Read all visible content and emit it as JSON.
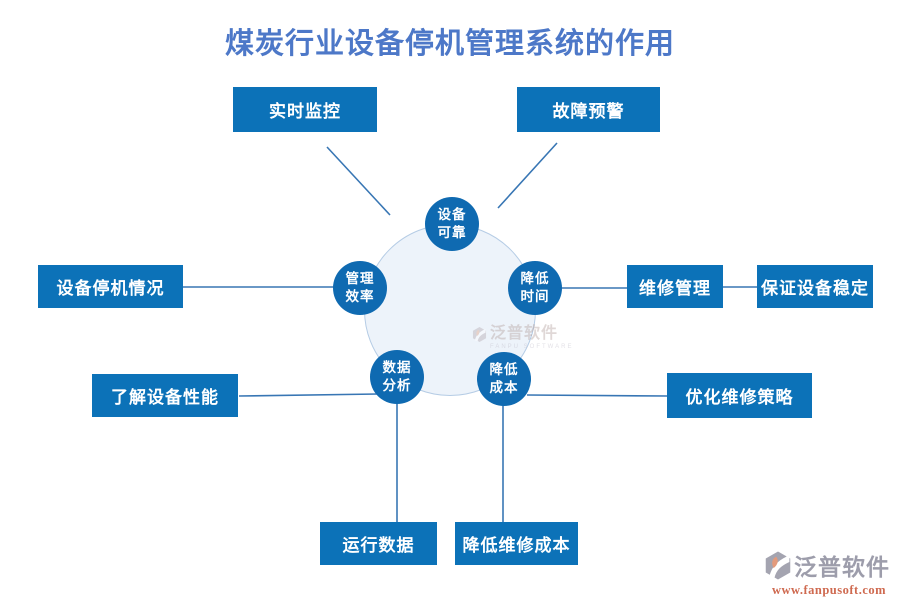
{
  "title": "煤炭行业设备停机管理系统的作用",
  "boxes": {
    "realtime": "实时监控",
    "fault_warning": "故障预警",
    "downtime": "设备停机情况",
    "maintenance": "维修管理",
    "stability": "保证设备稳定",
    "performance": "了解设备性能",
    "strategy": "优化维修策略",
    "operation_data": "运行数据",
    "reduce_maintenance_cost": "降低维修成本"
  },
  "nodes": {
    "reliable": {
      "line1": "设备",
      "line2": "可靠"
    },
    "efficiency": {
      "line1": "管理",
      "line2": "效率"
    },
    "time": {
      "line1": "降低",
      "line2": "时间"
    },
    "analysis": {
      "line1": "数据",
      "line2": "分析"
    },
    "cost": {
      "line1": "降低",
      "line2": "成本"
    }
  },
  "watermark": {
    "text": "泛普软件",
    "subtext": "FANPU SOFTWARE"
  },
  "logo": {
    "text": "泛普软件",
    "url": "www.fanpusoft.com"
  },
  "colors": {
    "title_blue": "#4d78c8",
    "box_blue": "#0c72b8",
    "node_blue": "#0f6ab1",
    "line_blue": "#3876b4",
    "hub_fill": "#edf3fa",
    "hub_border": "#b5cce5",
    "logo_gray": "#9d9dab",
    "logo_orange": "#cf6a50"
  }
}
